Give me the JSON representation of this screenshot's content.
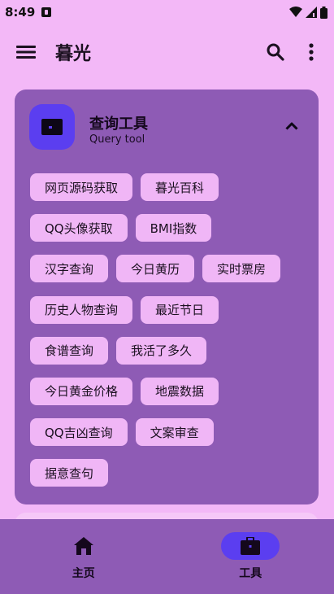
{
  "status_bar": {
    "time": "8:49"
  },
  "app_bar": {
    "title": "暮光"
  },
  "tool_card": {
    "title": "查询工具",
    "subtitle": "Query tool",
    "rows": [
      [
        "网页源码获取",
        "暮光百科"
      ],
      [
        "QQ头像获取",
        "BMI指数"
      ],
      [
        "汉字查询",
        "今日黄历",
        "实时票房"
      ],
      [
        "历史人物查询",
        "最近节日"
      ],
      [
        "食谱查询",
        "我活了多久"
      ],
      [
        "今日黄金价格",
        "地震数据"
      ],
      [
        "QQ吉凶查询",
        "文案审查"
      ],
      [
        "据意查句"
      ]
    ]
  },
  "bottom_nav": {
    "items": [
      {
        "label": "主页",
        "icon": "home-icon",
        "active": false
      },
      {
        "label": "工具",
        "icon": "toolbox-icon",
        "active": true
      }
    ]
  },
  "colors": {
    "background": "#f3b8f7",
    "card": "#8e5bb5",
    "accent": "#5b3ef0",
    "chip": "#f0b6f6"
  }
}
